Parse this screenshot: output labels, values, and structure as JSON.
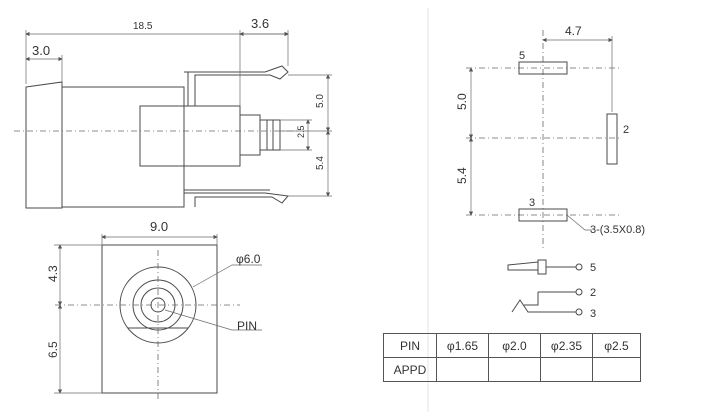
{
  "side_view": {
    "dim_total": "18.5",
    "dim_left": "3.0",
    "dim_right": "3.6",
    "dim_upper": "5.0",
    "dim_center": "2.5",
    "dim_lower": "5.4"
  },
  "front_view": {
    "dim_width": "9.0",
    "dim_top": "4.3",
    "dim_bottom": "6.5",
    "label_diameter": "φ6.0",
    "label_pin": "PIN"
  },
  "pcb_layout": {
    "dim_offset": "4.7",
    "dim_upper": "5.0",
    "dim_lower": "5.4",
    "pad_5": "5",
    "pad_2": "2",
    "pad_3": "3",
    "slot_note": "3-(3.5X0.8)"
  },
  "schematic": {
    "pin_5": "5",
    "pin_2": "2",
    "pin_3": "3"
  },
  "pin_table": {
    "row1_header": "PIN",
    "row2_header": "APPD",
    "columns": [
      "φ1.65",
      "φ2.0",
      "φ2.35",
      "φ2.5"
    ],
    "appd_values": [
      "",
      "",
      "",
      ""
    ]
  }
}
